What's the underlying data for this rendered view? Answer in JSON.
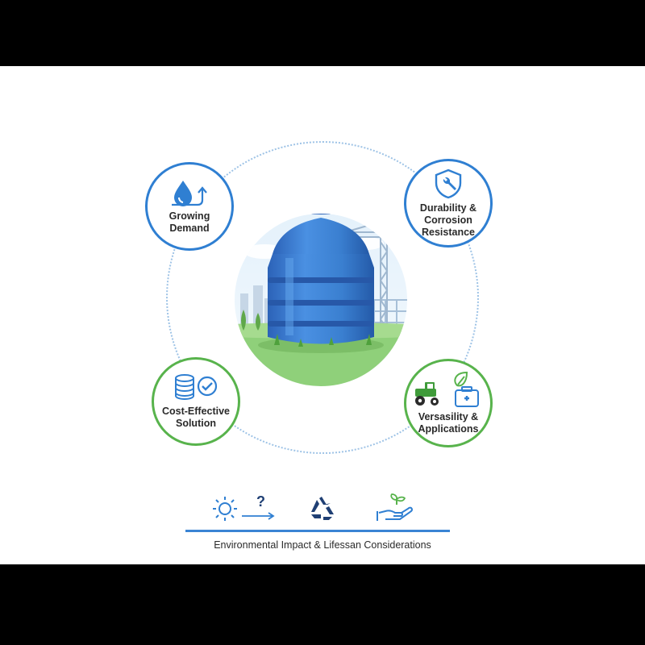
{
  "hub": {
    "image": "water-storage-tank-icon"
  },
  "nodes": [
    {
      "id": "demand",
      "label": "Growing\nDemand",
      "icon": "water-drop-rising-arrow-icon",
      "color": "#2f7fd2"
    },
    {
      "id": "durable",
      "label": "Durability &\nCorrosion\nResistance",
      "icon": "shield-wrench-icon",
      "color": "#2f7fd2"
    },
    {
      "id": "cost",
      "label": "Cost-Effective\nSolution",
      "icon": "coin-stack-check-icon",
      "color": "#58b34c"
    },
    {
      "id": "versa",
      "label": "Versasility &\nApplications",
      "icon": "tractor-leaf-medkit-icon",
      "color": "#58b34c"
    }
  ],
  "footer": {
    "question_mark": "?",
    "caption": "Environmental Impact & Lifessan Considerations",
    "icons": [
      "sun-icon",
      "arrow-right-icon",
      "recycle-icon",
      "hand-seedling-icon"
    ]
  },
  "colors": {
    "blue": "#2f7fd2",
    "green": "#58b34c",
    "navy": "#1f3f74",
    "tank": "#3a7fd0"
  }
}
